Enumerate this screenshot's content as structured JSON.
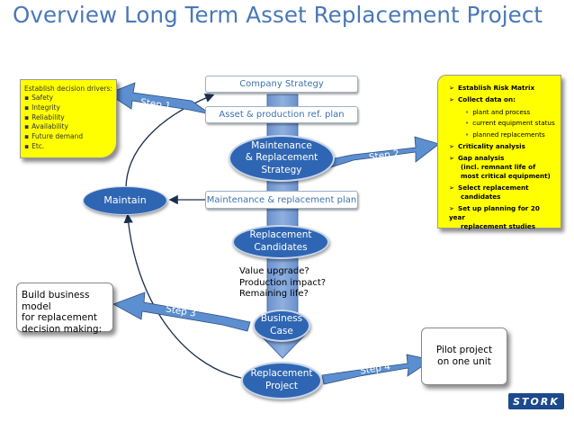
{
  "title": "Overview Long Term Asset Replacement Project",
  "center_boxes": {
    "company_strategy": "Company Strategy",
    "asset_plan": "Asset & production ref. plan",
    "maintenance_plan": "Maintenance & replacement plan"
  },
  "ovals": {
    "strategy": [
      "Maintenance",
      "& Replacement",
      "Strategy"
    ],
    "candidates": [
      "Replacement",
      "Candidates"
    ],
    "business_case": [
      "Business",
      "Case"
    ],
    "project": [
      "Replacement",
      "Project"
    ],
    "maintain": "Maintain"
  },
  "questions": [
    "Value upgrade?",
    "Production impact?",
    "Remaining life?"
  ],
  "steps": {
    "step1": "Step 1",
    "step2": "Step 2",
    "step3": "Step 3",
    "step4": "Step 4"
  },
  "drivers": {
    "heading": "Establish decision drivers:",
    "items": [
      "Safety",
      "Integrity",
      "Reliability",
      "Availability",
      "Future demand",
      "Etc."
    ]
  },
  "risk_list": {
    "item1": "Establish Risk Matrix",
    "item2": "Collect data on:",
    "sub1": "plant and process",
    "sub2": "current equipment status",
    "sub3": "planned replacements",
    "item3": "Criticality analysis",
    "item4a": "Gap analysis",
    "item4b": "(incl. remnant life of",
    "item4c": "most critical equipment)",
    "item5a": "Select replacement",
    "item5b": "candidates",
    "item6a": "Set up planning for 20 year",
    "item6b": "replacement studies"
  },
  "business_model": [
    "Build business model",
    "for replacement",
    "decision making:"
  ],
  "pilot": [
    "Pilot project",
    "on one unit"
  ],
  "logo": "STORK",
  "colors": {
    "title": "#4a78b5",
    "oval_fill": "#2f66b3",
    "arrow_fill": "#5b8fd0",
    "highlight": "#ffff00",
    "spine": "#6b8fc9"
  }
}
